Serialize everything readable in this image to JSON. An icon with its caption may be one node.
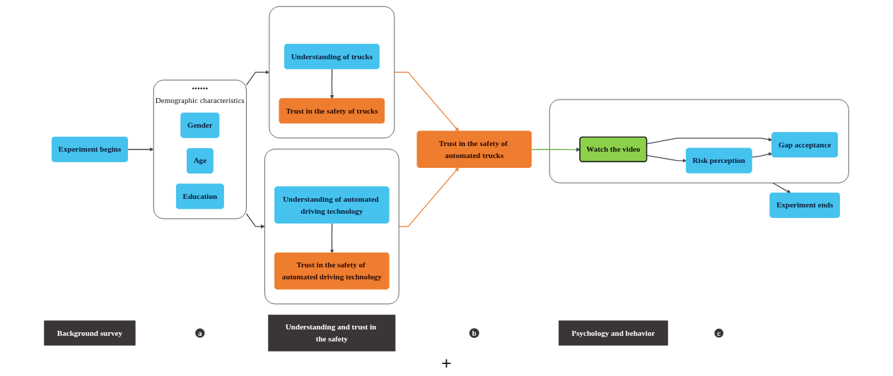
{
  "diagram": {
    "nodes": [
      {
        "text": [
          "Experiment begins"
        ]
      },
      {
        "text": [
          "••••••",
          "Demographic characteristics"
        ]
      },
      {
        "text": [
          "Gender"
        ],
        "in": 1
      },
      {
        "text": [
          "Age"
        ],
        "in": 1
      },
      {
        "text": [
          "Education"
        ],
        "in": 1
      },
      {
        "text": [],
        "shape": "box"
      },
      {
        "text": [
          "Understanding of trucks"
        ],
        "in": 5
      },
      {
        "text": [
          "Trust in the safety of trucks"
        ],
        "in": 5
      },
      {
        "text": [],
        "shape": "box"
      },
      {
        "text": [
          "Understanding of automated driving technology"
        ],
        "in": 8
      },
      {
        "text": [
          "Trust in the safety of automated driving technology"
        ],
        "in": 8
      },
      {
        "text": [
          "Trust in the safety of automated trucks"
        ]
      },
      {
        "text": [],
        "shape": "box"
      },
      {
        "text": [
          "Risk perception"
        ],
        "in": 12
      },
      {
        "text": [
          "Watch the video"
        ],
        "in": 12
      },
      {
        "text": [
          "Gap acceptance"
        ],
        "in": 12
      },
      {
        "text": [
          "Experiment ends"
        ]
      },
      {
        "text": [
          "Background survey"
        ]
      },
      {
        "text": [
          "Understanding and trust in the safety"
        ]
      },
      {
        "text": [
          "Psychology and behavior"
        ]
      },
      {
        "text": [
          "a"
        ]
      },
      {
        "text": [
          "b"
        ]
      },
      {
        "text": [
          "c"
        ]
      }
    ],
    "edges": [
      {
        "from": 0,
        "to": 1,
        "arrow": "to"
      },
      {
        "from": 1,
        "to": 5,
        "arrow": "to"
      },
      {
        "from": 1,
        "to": 8,
        "arrow": "to"
      },
      {
        "from": 6,
        "to": 7,
        "arrow": "to"
      },
      {
        "from": 9,
        "to": 10,
        "arrow": "to"
      },
      {
        "from": 5,
        "to": 11,
        "arrow": "to",
        "color": "#ed7d31"
      },
      {
        "from": 8,
        "to": 11,
        "arrow": "to",
        "color": "#ed7d31"
      },
      {
        "from": 11,
        "to": 14,
        "arrow": "to",
        "color": "#70ad47"
      },
      {
        "from": 14,
        "to": 13,
        "arrow": "to"
      },
      {
        "from": 14,
        "to": 15,
        "arrow": "to"
      },
      {
        "from": 13,
        "to": 15,
        "arrow": "to"
      },
      {
        "from": 12,
        "to": 16,
        "arrow": "to"
      }
    ],
    "labels": [
      "+"
    ]
  }
}
